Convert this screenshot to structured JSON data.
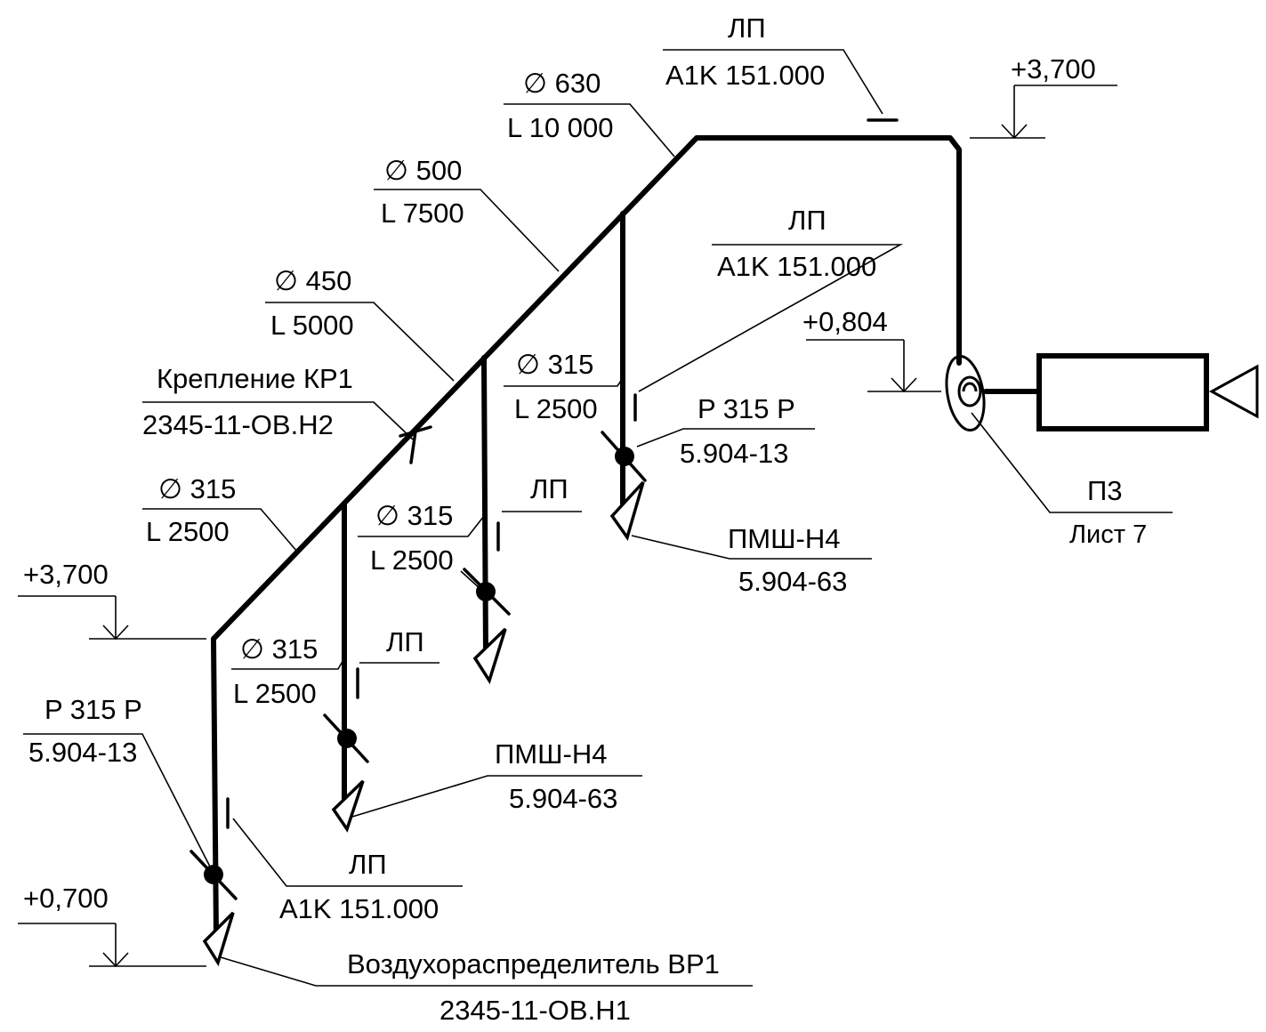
{
  "duct_sizes": [
    {
      "d": "∅ 630",
      "l": "L 10 000"
    },
    {
      "d": "∅ 500",
      "l": "L 7500"
    },
    {
      "d": "∅ 450",
      "l": "L 5000"
    },
    {
      "d": "∅ 315",
      "l": "L 2500"
    }
  ],
  "branch_sizes": [
    {
      "d": "∅ 315",
      "l": "L 2500"
    },
    {
      "d": "∅ 315",
      "l": "L 2500"
    },
    {
      "d": "∅ 315",
      "l": "L 2500"
    }
  ],
  "elevations": [
    "+3,700",
    "+0,804",
    "+3,700",
    "+0,700"
  ],
  "lp_labels": [
    {
      "name": "ЛП",
      "code": "A1K 151.000"
    },
    {
      "name": "ЛП",
      "code": "A1K 151.000"
    },
    {
      "name": "ЛП"
    },
    {
      "name": "ЛП"
    },
    {
      "name": "ЛП",
      "code": "A1K 151.000"
    }
  ],
  "dampers": [
    {
      "name": "P 315 P",
      "code": "5.904-13"
    },
    {
      "name": "P 315 P",
      "code": "5.904-13"
    }
  ],
  "grilles": [
    {
      "name": "ПМШ-Н4",
      "code": "5.904-63"
    },
    {
      "name": "ПМШ-Н4",
      "code": "5.904-63"
    }
  ],
  "mount": {
    "name": "Крепление КР1",
    "code": "2345-11-OB.H2"
  },
  "fan": {
    "name": "П3",
    "sheet": "Лист 7"
  },
  "diffuser": {
    "name": "Воздухораспределитель ВР1",
    "code": "2345-11-OB.H1"
  }
}
